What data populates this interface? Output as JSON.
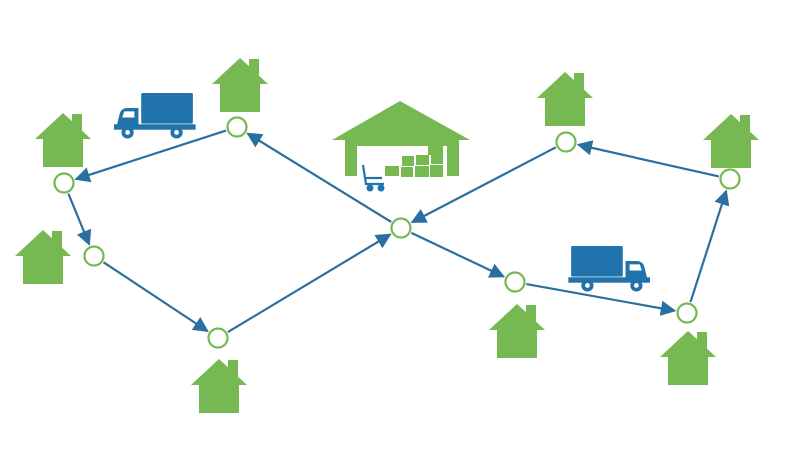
{
  "colors": {
    "background": "#ffffff",
    "house": "#76b851",
    "node_stroke": "#76b851",
    "node_fill": "#ffffff",
    "route": "#2a6fa0",
    "truck": "#2173ab",
    "truck_window": "#ffffff",
    "warehouse": "#76b851",
    "warehouse_door": "#ffffff",
    "cart": "#2173ab",
    "boxes": "#76b851"
  },
  "icons": {
    "house": "house-icon",
    "truck": "delivery-truck-icon",
    "warehouse": "warehouse-icon",
    "cart": "hand-truck-icon",
    "boxes": "box-stack-icon",
    "node": "route-stop-node"
  },
  "route": {
    "type": "figure-eight delivery loop",
    "hub": "warehouse",
    "loops": [
      {
        "side": "left",
        "stops": 4,
        "direction": "counter-clockwise"
      },
      {
        "side": "right",
        "stops": 4,
        "direction": "clockwise"
      }
    ]
  }
}
